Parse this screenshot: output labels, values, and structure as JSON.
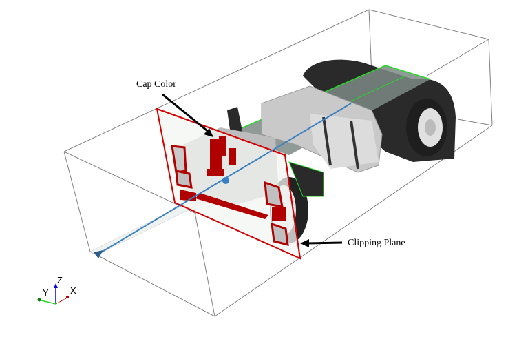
{
  "annotations": {
    "cap_color": "Cap Color",
    "clipping_plane": "Clipping Plane"
  },
  "triad": {
    "x": "X",
    "y": "Y",
    "z": "Z"
  },
  "colors": {
    "cap": "#b00000",
    "plane_border": "#d40000",
    "edges": "#22dd22",
    "axis_line": "#3a7fc0",
    "box": "#808080"
  }
}
